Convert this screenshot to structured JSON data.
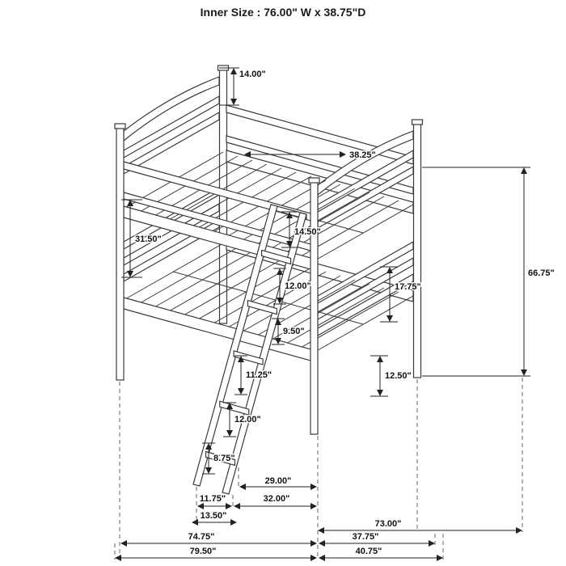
{
  "title": "Inner Size : 76.00\" W x  38.75\"D",
  "dimensions": {
    "headboard_panel_height": "14.00\"",
    "inner_depth": "38.25\"",
    "bunk_spacing": "31.50\"",
    "guardrail_height": "14.50\"",
    "overall_height": "66.75\"",
    "ladder_step_top": "12.00\"",
    "footboard_panel_height": "17.75\"",
    "ladder_step_upper_mid": "9.50\"",
    "under_bed_clearance": "12.50\"",
    "ladder_step_mid": "11.25\"",
    "ladder_step_lower": "12.00\"",
    "ladder_step_bottom": "8.75\"",
    "ladder_top_span": "29.00\"",
    "ladder_floor_span": "32.00\"",
    "ladder_foot_offset": "11.75\"",
    "ladder_base_depth": "13.50\"",
    "frame_reach": "73.00\"",
    "frame_depth": "37.75\"",
    "frame_length": "74.75\"",
    "overall_depth": "40.75\"",
    "overall_length": "79.50\""
  }
}
